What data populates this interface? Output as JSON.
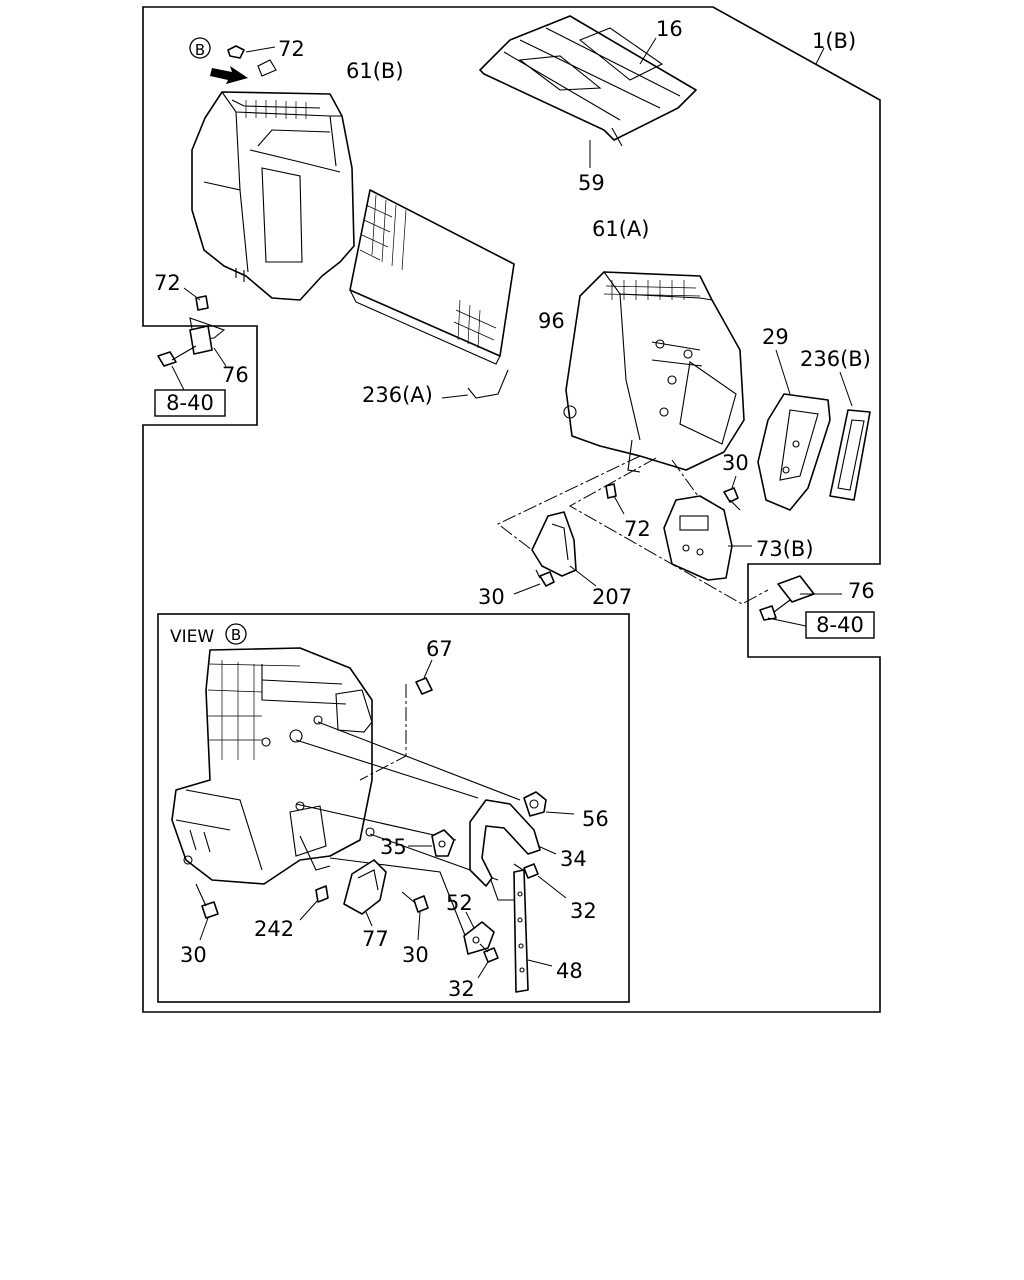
{
  "view_marker": "B",
  "view_label": "VIEW",
  "callouts": {
    "c72_top": "72",
    "c61b": "61(B)",
    "c16": "16",
    "c1b": "1(B)",
    "c59": "59",
    "c61a": "61(A)",
    "c72_left": "72",
    "c96": "96",
    "c76_left": "76",
    "c236a": "236(A)",
    "c29": "29",
    "c236b": "236(B)",
    "c30_right": "30",
    "c72_mid": "72",
    "c73b": "73(B)",
    "c30_mid": "30",
    "c207": "207",
    "c76_right": "76",
    "c67": "67",
    "c56": "56",
    "c35": "35",
    "c34": "34",
    "c32_a": "32",
    "c52": "52",
    "c242": "242",
    "c77": "77",
    "c30_view_a": "30",
    "c30_view_b": "30",
    "c48": "48",
    "c32_b": "32"
  },
  "refs": {
    "ref_left": "8-40",
    "ref_right": "8-40"
  }
}
